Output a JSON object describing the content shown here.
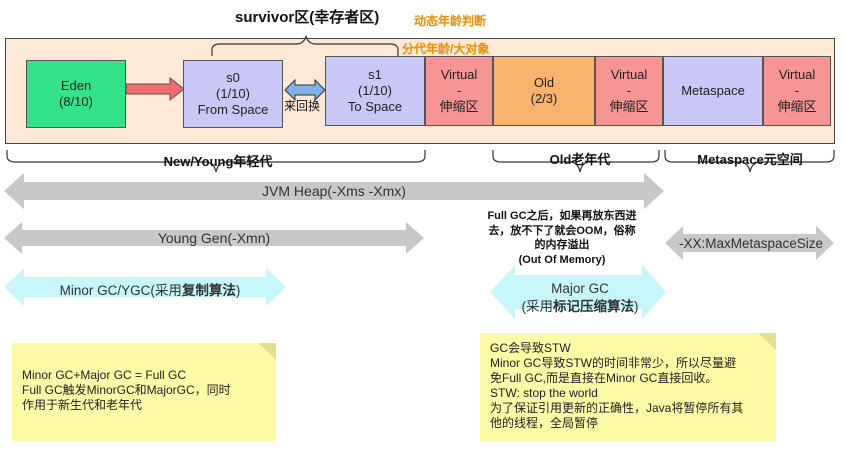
{
  "header": {
    "survivor_title": "survivor区(幸存者区)",
    "dynamic_age": "动态年龄判断",
    "generational_age": "分代年龄/大对象"
  },
  "regions": {
    "eden": {
      "name": "Eden",
      "ratio": "(8/10)"
    },
    "s0": {
      "name": "s0",
      "ratio": "(1/10)",
      "role": "From Space"
    },
    "swap": "来回换",
    "s1": {
      "name": "s1",
      "ratio": "(1/10)",
      "role": "To Space"
    },
    "virtual1": {
      "name": "Virtual",
      "dash": "-",
      "sub": "伸缩区"
    },
    "old": {
      "name": "Old",
      "ratio": "(2/3)"
    },
    "virtual2": {
      "name": "Virtual",
      "dash": "-",
      "sub": "伸缩区"
    },
    "metaspace": {
      "name": "Metaspace"
    },
    "virtual3": {
      "name": "Virtual",
      "dash": "-",
      "sub": "伸缩区"
    }
  },
  "sections": {
    "young": "New/Young年轻代",
    "old": "Old老年代",
    "meta": "Metaspace元空间"
  },
  "arrows": {
    "heap": "JVM Heap(-Xms -Xmx)",
    "young_gen": "Young Gen(-Xmn)",
    "max_meta": "-XX:MaxMetaspaceSize",
    "minor_gc_prefix": "Minor GC/YGC(采用",
    "minor_gc_bold": "复制算法",
    "minor_gc_suffix": ")",
    "major_gc_line1": "Major GC",
    "major_gc_prefix": "(采用",
    "major_gc_bold": "标记压缩算法",
    "major_gc_suffix": ")"
  },
  "oom": {
    "line1": "Full GC之后，如果再放东西进",
    "line2": "去，放不下了就会OOM，俗称",
    "line3": "的内存溢出",
    "line4": "(Out Of Memory)"
  },
  "note_left": {
    "line1": "Minor GC+Major GC = Full GC",
    "line2": "Full GC触发MinorGC和MajorGC，同时",
    "line3": "作用于新生代和老年代"
  },
  "note_right": {
    "line1": "GC会导致STW",
    "line2": "Minor GC导致STW的时间非常少，所以尽量避",
    "line3": "免Full GC,而是直接在Minor GC直接回收。",
    "line4": "STW: stop the world",
    "line5": "为了保证引用更新的正确性，Java将暂停所有其",
    "line6": "他的线程，全局暂停"
  },
  "colors": {
    "heap_bg": "#fde9d5",
    "eden": "#33e389",
    "survivor": "#c8c7f5",
    "virtual": "#f79595",
    "old": "#f8b36c",
    "metaspace": "#c8c7f5",
    "gray_arrow": "#c8c8c8",
    "cyan_arrow": "#c7f7fb",
    "note": "#fffaa5",
    "accent": "#f08c00"
  }
}
